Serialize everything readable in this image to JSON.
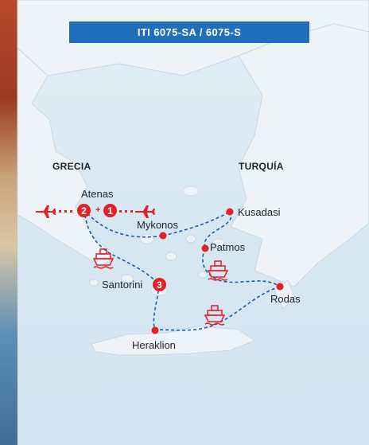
{
  "banner": {
    "text": "ITI 6075-SA / 6075-S"
  },
  "regions": {
    "greece": "GRECIA",
    "turkey": "TURQUÍA"
  },
  "cities": {
    "athens": "Atenas",
    "mykonos": "Mykonos",
    "kusadasi": "Kusadasi",
    "patmos": "Patmos",
    "santorini": "Santorini",
    "rhodes": "Rodas",
    "heraklion": "Heraklion"
  },
  "nights": {
    "athens": "2",
    "athens_extra": "1",
    "santorini": "3"
  },
  "plus_sign": "+",
  "colors": {
    "route": "#1f5aa6",
    "marker": "#e32024",
    "banner": "#1f6fbd",
    "land": "#eef3f7",
    "sea": "#d9e9f3"
  },
  "icons": [
    "plane-icon",
    "ship-icon"
  ]
}
